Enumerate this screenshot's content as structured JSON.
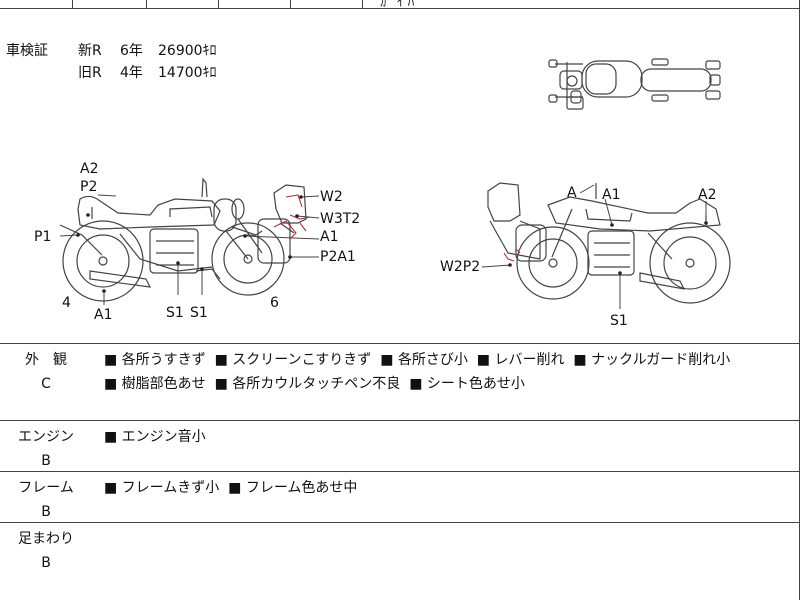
{
  "inspection": {
    "label": "車検証",
    "new_regulation": {
      "name": "新R",
      "years": "6年",
      "mileage": "26900ｷﾛ"
    },
    "old_regulation": {
      "name": "旧R",
      "years": "4年",
      "mileage": "14700ｷﾛ"
    }
  },
  "top_strip_fragment": "ｶﾞ ｲ ﾊ",
  "left_view_marks": {
    "a2": "A2",
    "p2": "P2",
    "p1": "P1",
    "w2": "W2",
    "w3t2": "W3T2",
    "a1_right": "A1",
    "p2a1": "P2A1",
    "num4": "4",
    "a1_bottom": "A1",
    "s1_left": "S1",
    "s1_right": "S1",
    "num6": "6"
  },
  "right_view_marks": {
    "a": "A",
    "a1": "A1",
    "a2": "A2",
    "w2p2": "W2P2",
    "s1": "S1"
  },
  "conditions": [
    {
      "label": "外　観",
      "grade": "C",
      "items": [
        "■ 各所うすきず",
        "■ スクリーンこすりきず",
        "■ 各所さび小",
        "■ レバー削れ",
        "■ ナックルガード削れ小",
        "■ 樹脂部色あせ",
        "■ 各所カウルタッチペン不良",
        "■ シート色あせ小"
      ]
    },
    {
      "label": "エンジン",
      "grade": "B",
      "items": [
        "■ エンジン音小"
      ]
    },
    {
      "label": "フレーム",
      "grade": "B",
      "items": [
        "■ フレームきず小",
        "■ フレーム色あせ中"
      ]
    },
    {
      "label": "足まわり",
      "grade": "B",
      "items": []
    }
  ],
  "colors": {
    "line": "#444444",
    "damage": "#b0303a"
  }
}
